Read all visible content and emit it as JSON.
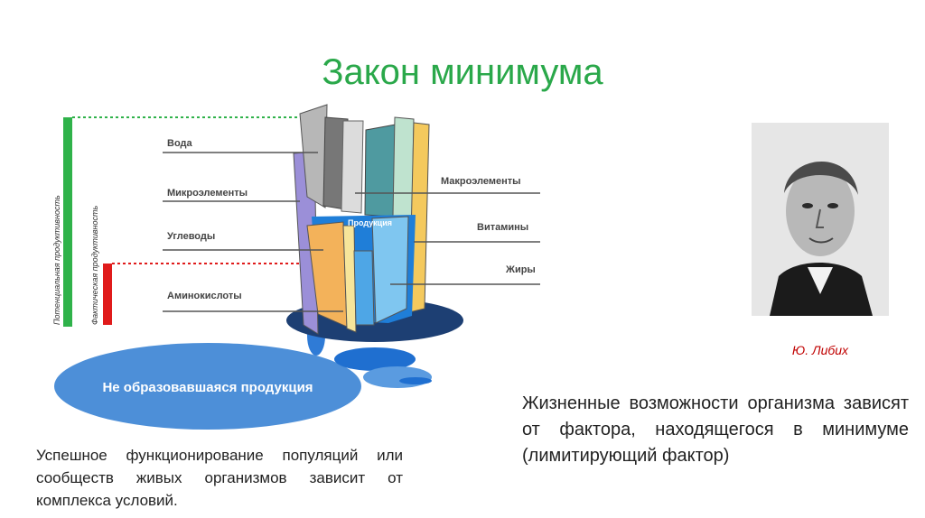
{
  "title": "Закон минимума",
  "diagram": {
    "axis_potential": "Потенциальная продуктивность",
    "axis_actual": "Фактическая продуктивность",
    "labels_left": [
      "Вода",
      "Микроэлементы",
      "Углеводы",
      "Аминокислоты"
    ],
    "labels_right": [
      "Макроэлементы",
      "Витамины",
      "Жиры"
    ],
    "center_label": "Продукция",
    "puddle_label": "Не образовавшаяся продукция",
    "colors": {
      "potential": "#2fb24a",
      "actual": "#e01b1b",
      "water": "#1f7ed8",
      "puddle": "#4d8fd8"
    }
  },
  "portrait_caption": "Ю. Либих",
  "main_text": "Жизненные возможности организма зависят от фактора, находящегося в минимуме (лимитирующий фактор)",
  "left_text": "Успешное функционирование популяций или сообществ живых организмов зависит от комплекса условий."
}
